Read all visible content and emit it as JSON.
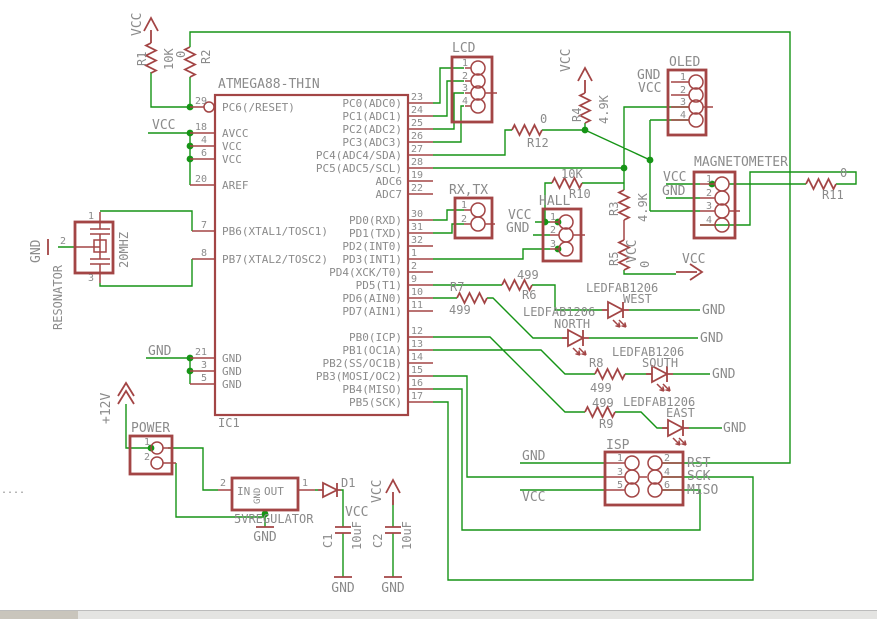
{
  "colors": {
    "wire": "#169416",
    "symbol": "#a34545",
    "label": "#8b8b8b",
    "background": "#ffffff"
  },
  "edge_dots": "....",
  "ic": {
    "ref": "IC1",
    "part": "ATMEGA88-THIN",
    "lp": [
      {
        "n": "29",
        "l": "PC6(/RESET)"
      },
      {
        "n": "18",
        "l": "AVCC"
      },
      {
        "n": "4",
        "l": "VCC"
      },
      {
        "n": "6",
        "l": "VCC"
      },
      {
        "n": "20",
        "l": "AREF"
      },
      {
        "n": "7",
        "l": "PB6(XTAL1/TOSC1)"
      },
      {
        "n": "8",
        "l": "PB7(XTAL2/TOSC2)"
      },
      {
        "n": "21",
        "l": "GND"
      },
      {
        "n": "3",
        "l": "GND"
      },
      {
        "n": "5",
        "l": "GND"
      }
    ],
    "rp": [
      {
        "n": "23",
        "l": "PC0(ADC0)"
      },
      {
        "n": "24",
        "l": "PC1(ADC1)"
      },
      {
        "n": "25",
        "l": "PC2(ADC2)"
      },
      {
        "n": "26",
        "l": "PC3(ADC3)"
      },
      {
        "n": "27",
        "l": "PC4(ADC4/SDA)"
      },
      {
        "n": "28",
        "l": "PC5(ADC5/SCL)"
      },
      {
        "n": "19",
        "l": "ADC6"
      },
      {
        "n": "22",
        "l": "ADC7"
      },
      {
        "n": "30",
        "l": "PD0(RXD)"
      },
      {
        "n": "31",
        "l": "PD1(TXD)"
      },
      {
        "n": "32",
        "l": "PD2(INT0)"
      },
      {
        "n": "1",
        "l": "PD3(INT1)"
      },
      {
        "n": "2",
        "l": "PD4(XCK/T0)"
      },
      {
        "n": "9",
        "l": "PD5(T1)"
      },
      {
        "n": "10",
        "l": "PD6(AIN0)"
      },
      {
        "n": "11",
        "l": "PD7(AIN1)"
      },
      {
        "n": "12",
        "l": "PB0(ICP)"
      },
      {
        "n": "13",
        "l": "PB1(OC1A)"
      },
      {
        "n": "14",
        "l": "PB2(SS/OC1B)"
      },
      {
        "n": "15",
        "l": "PB3(MOSI/OC2)"
      },
      {
        "n": "16",
        "l": "PB4(MISO)"
      },
      {
        "n": "17",
        "l": "PB5(SCK)"
      }
    ]
  },
  "conn": {
    "lcd": {
      "t": "LCD",
      "p": [
        "1",
        "2",
        "3",
        "4"
      ]
    },
    "oled": {
      "t": "OLED",
      "p": [
        "1",
        "2",
        "3",
        "4"
      ]
    },
    "mag": {
      "t": "MAGNETOMETER",
      "p": [
        "1",
        "2",
        "3",
        "4"
      ]
    },
    "hall": {
      "t": "HALL",
      "p": [
        "1",
        "2",
        "3"
      ]
    },
    "rxtx": {
      "t": "RX,TX",
      "p": [
        "1",
        "2"
      ]
    },
    "isp": {
      "t": "ISP",
      "p": [
        "1",
        "2",
        "3",
        "4",
        "5",
        "6"
      ],
      "nets": [
        "RST",
        "SCK",
        "MISO"
      ]
    },
    "power": {
      "t": "POWER",
      "p": [
        "1",
        "2"
      ]
    }
  },
  "r": {
    "r1": {
      "ref": "R1",
      "v": "10K"
    },
    "r2": {
      "ref": "R2",
      "v": "0"
    },
    "r3": {
      "ref": "R3",
      "v": "4.9K"
    },
    "r4": {
      "ref": "R4",
      "v": "4.9K"
    },
    "r5": {
      "ref": "R5",
      "v": "0"
    },
    "r6": {
      "ref": "R6",
      "v": "499"
    },
    "r7": {
      "ref": "R7",
      "v": "499"
    },
    "r8": {
      "ref": "R8",
      "v": "499"
    },
    "r9": {
      "ref": "R9",
      "v": "499"
    },
    "r10": {
      "ref": "R10",
      "v": "10K"
    },
    "r11": {
      "ref": "R11",
      "v": "0"
    },
    "r12": {
      "ref": "R12",
      "v": "0"
    }
  },
  "led": {
    "part": "LEDFAB1206",
    "west": "WEST",
    "north": "NORTH",
    "south": "SOUTH",
    "east": "EAST"
  },
  "cap": {
    "c1": {
      "ref": "C1",
      "v": "10uF"
    },
    "c2": {
      "ref": "C2",
      "v": "10uF"
    }
  },
  "d1": "D1",
  "reg": {
    "title": "5VREGULATOR",
    "in": "IN",
    "out": "OUT",
    "gnd": "GND",
    "pin_in": "2",
    "pin_out": "1"
  },
  "res": {
    "title": "RESONATOR",
    "v": "20MHZ",
    "p": [
      "1",
      "2",
      "3"
    ]
  },
  "net": {
    "vcc": "VCC",
    "gnd": "GND",
    "p12": "+12V"
  }
}
